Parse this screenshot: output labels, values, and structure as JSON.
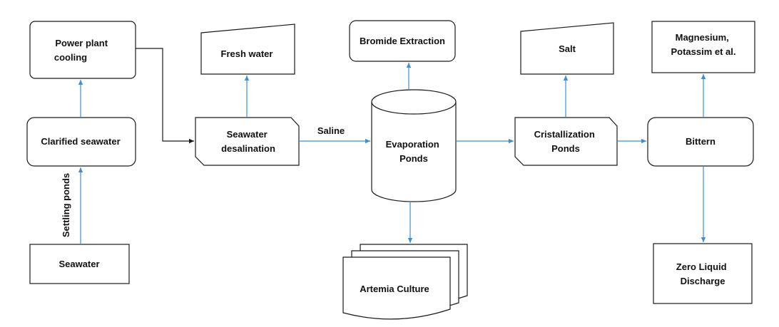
{
  "colors": {
    "arrow": "#3f8fd1",
    "arrow_dark": "#1a1a1a",
    "outline": "#1a1a1a",
    "text": "#111111"
  },
  "nodes": {
    "power_plant_cooling": [
      "Power plant",
      "cooling"
    ],
    "clarified_seawater": [
      "Clarified seawater"
    ],
    "seawater": [
      "Seawater"
    ],
    "fresh_water": [
      "Fresh water"
    ],
    "seawater_desalination": [
      "Seawater",
      "desalination"
    ],
    "bromide_extraction": [
      "Bromide Extraction"
    ],
    "evaporation_ponds": [
      "Evaporation",
      "Ponds"
    ],
    "artemia_culture": [
      "Artemia Culture"
    ],
    "salt": [
      "Salt"
    ],
    "cristallization_ponds": [
      "Cristallization",
      "Ponds"
    ],
    "magnesium": [
      "Magnesium,",
      "Potassim et al."
    ],
    "bittern": [
      "Bittern"
    ],
    "zero_liquid_discharge": [
      "Zero Liquid",
      "Discharge"
    ]
  },
  "edge_labels": {
    "settling_ponds": "Settling ponds",
    "saline": "Saline"
  }
}
